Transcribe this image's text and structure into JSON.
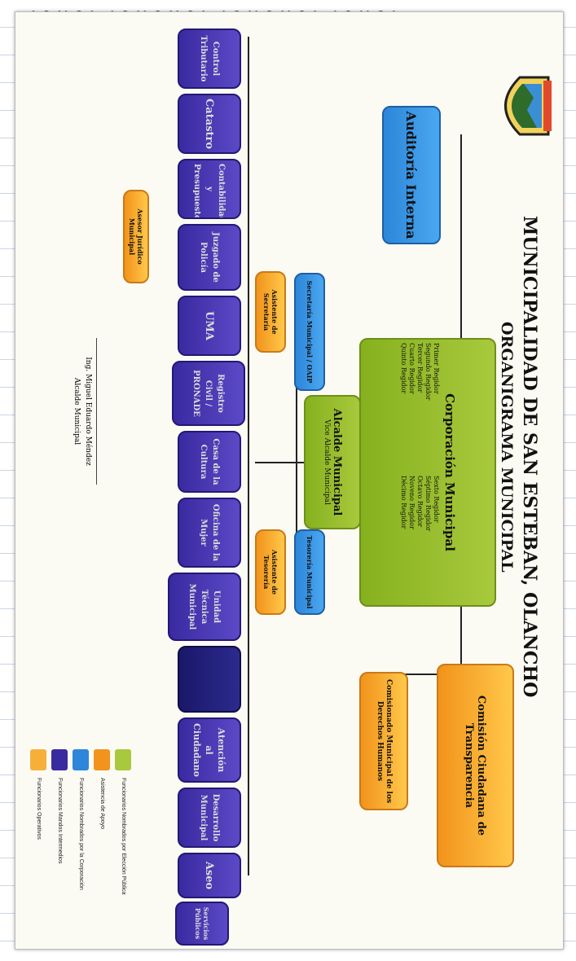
{
  "header": {
    "title_line1": "MUNICIPALIDAD DE SAN ESTEBAN, OLANCHO",
    "title_line2": "ORGANIGRAMA MUNICIPAL"
  },
  "corporacion": {
    "title": "Corporación Municipal",
    "members": [
      "Primer Regidor",
      "Segundo Regidor",
      "Tercer Regidor",
      "Cuarto Regidor",
      "Quinto Regidor",
      "Sexto Regidor",
      "Séptimo Regidor",
      "Octavo Regidor",
      "Noveno Regidor",
      "Décimo Regidor"
    ]
  },
  "auditoria": {
    "title": "Auditoría Interna",
    "sub": ""
  },
  "comision": {
    "title": "Comisión Ciudadana de Transparencia",
    "sub": ""
  },
  "comisionado": {
    "title": "Comisionado Municipal de los Derechos Humanos",
    "sub": ""
  },
  "alcalde": {
    "title": "Alcalde Municipal",
    "vice": "Vice Alcalde Municipal",
    "sub": ""
  },
  "secretaria": {
    "title": "Secretaría Municipal / OAIP",
    "sub": ""
  },
  "asistente_secretaria": {
    "title": "Asistente de Secretaría",
    "sub": ""
  },
  "tesoreria": {
    "title": "Tesorería Municipal",
    "sub": ""
  },
  "asistente_tesoreria": {
    "title": "Asistente de Tesorería",
    "sub": ""
  },
  "asesor_juridico": {
    "title": "Asesor Jurídico Municipal",
    "sub": ""
  },
  "departments": [
    {
      "title": "Control Tributario",
      "sub": ""
    },
    {
      "title": "Catastro",
      "sub": ""
    },
    {
      "title": "Contabilidad y Presupuesto",
      "sub": ""
    },
    {
      "title": "Juzgado de Policía",
      "sub": ""
    },
    {
      "title": "UMA",
      "sub": ""
    },
    {
      "title": "Registro Civil / PRONADE",
      "sub": ""
    },
    {
      "title": "Casa de la Cultura",
      "sub": ""
    },
    {
      "title": "Oficina de la Mujer",
      "sub": ""
    },
    {
      "title": "Unidad Técnica Municipal",
      "sub": ""
    },
    {
      "title": "",
      "sub": ""
    },
    {
      "title": "Atención al Ciudadano",
      "sub": ""
    },
    {
      "title": "Desarrollo Municipal",
      "sub": ""
    },
    {
      "title": "Aseo",
      "sub": ""
    },
    {
      "title": "Servicios Públicos",
      "sub": ""
    }
  ],
  "signature": {
    "name": "Ing. Miguel Eduardo Méndez",
    "role": "Alcalde Municipal"
  },
  "legend": [
    {
      "label": "Funcionarios Nombrados por Elección Pública",
      "color": "#a8c93d"
    },
    {
      "label": "Asistencia de Apoyo",
      "color": "#f2931b"
    },
    {
      "label": "Funcionarios Nombrados por la Corporación",
      "color": "#2d86d9"
    },
    {
      "label": "Funcionarios Mandos Intermedios",
      "color": "#3a2aa0"
    },
    {
      "label": "Funcionarios Operativos",
      "color": "#f6b03a"
    }
  ]
}
